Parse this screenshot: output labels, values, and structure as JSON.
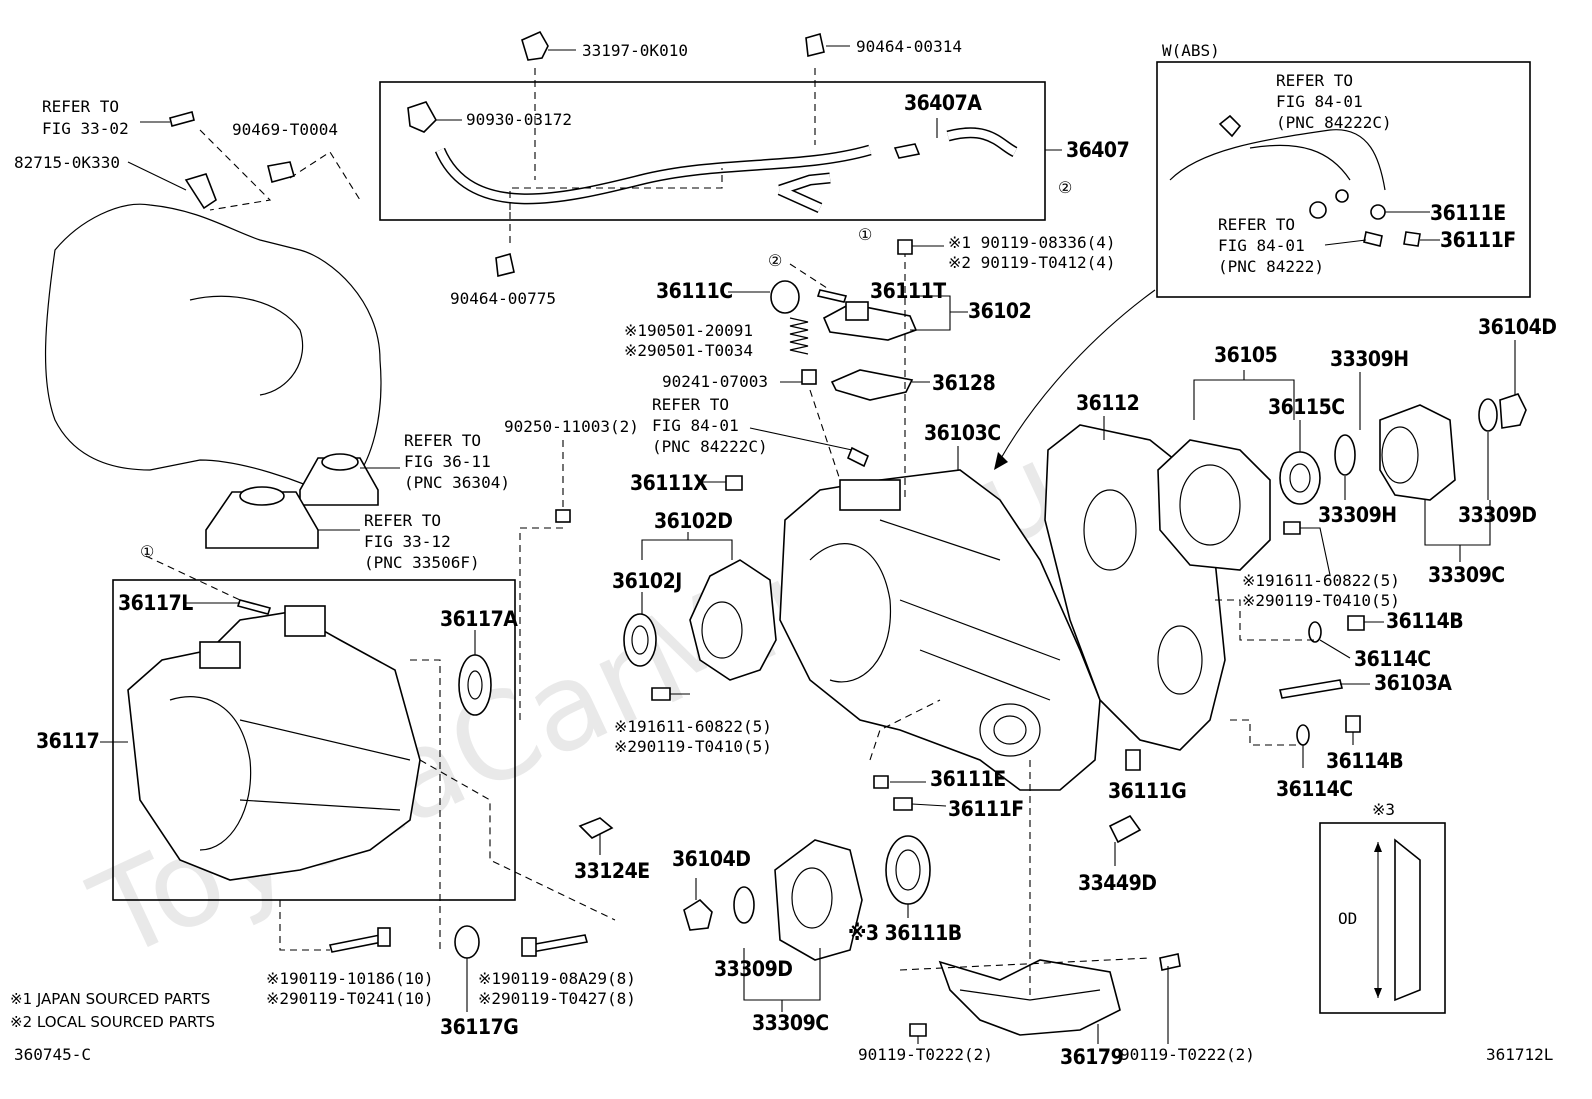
{
  "watermark": "ToyotaCarMine.ru",
  "inset_abs": {
    "title": "W(ABS)",
    "ref1": [
      "REFER TO",
      "FIG 84-01",
      "(PNC 84222C)"
    ],
    "ref2": [
      "REFER TO",
      "FIG 84-01",
      "(PNC 84222)"
    ],
    "parts": [
      "36111E",
      "36111F"
    ]
  },
  "inset_od": {
    "mark": "※3",
    "label": "OD"
  },
  "refs": {
    "fig33_02": [
      "REFER TO",
      "FIG 33-02"
    ],
    "fig36_11": [
      "REFER TO",
      "FIG 36-11",
      "(PNC 36304)"
    ],
    "fig33_12": [
      "REFER TO",
      "FIG 33-12",
      "(PNC 33506F)"
    ],
    "fig84_01": [
      "REFER TO",
      "FIG 84-01",
      "(PNC 84222C)"
    ]
  },
  "part_numbers": {
    "p33197": "33197-0K010",
    "p90464a": "90464-00314",
    "p90930": "90930-03172",
    "p36407A": "36407A",
    "p36407": "36407",
    "p90469": "90469-T0004",
    "p82715": "82715-0K330",
    "p90464b": "90464-00775",
    "p90119_08336": "※1 90119-08336(4)",
    "p90119_T0412": "※2 90119-T0412(4)",
    "p36111C": "36111C",
    "p36111T": "36111T",
    "p36102": "36102",
    "p90501a": "※190501-20091",
    "p90501b": "※290501-T0034",
    "p90241": "90241-07003",
    "p36128": "36128",
    "p90250": "90250-11003(2)",
    "p36103C": "36103C",
    "p36112": "36112",
    "p36105": "36105",
    "p33309H_top": "33309H",
    "p36104D_top": "36104D",
    "p36115C": "36115C",
    "p33309H_bot": "33309H",
    "p33309D_r": "33309D",
    "p33309C_r": "33309C",
    "p36111X": "36111X",
    "p36102D": "36102D",
    "p36102J": "36102J",
    "p91611a": "※191611-60822(5)",
    "p90119_T0410a": "※290119-T0410(5)",
    "p36114B_a": "36114B",
    "p36114C_a": "36114C",
    "p36103A": "36103A",
    "p36114B_b": "36114B",
    "p36114C_b": "36114C",
    "p36117L": "36117L",
    "p36117A": "36117A",
    "p36117": "36117",
    "p91611b": "※191611-60822(5)",
    "p90119_T0410b": "※290119-T0410(5)",
    "p36111E": "36111E",
    "p36111F": "36111F",
    "p36111G": "36111G",
    "p33124E": "33124E",
    "p33449D": "33449D",
    "p36104D_b": "36104D",
    "p36111B": "※3 36111B",
    "p33309D_b": "33309D",
    "p33309C_b": "33309C",
    "p90119_10186": "※190119-10186(10)",
    "p90119_T0241": "※290119-T0241(10)",
    "p90119_08A29": "※190119-08A29(8)",
    "p90119_T0427": "※290119-T0427(8)",
    "p36117G": "36117G",
    "p90119_T0222a": "90119-T0222(2)",
    "p36179": "36179",
    "p90119_T0222b": "90119-T0222(2)"
  },
  "callouts": {
    "c1": "①",
    "c2": "②"
  },
  "footnotes": {
    "n1": "※1 JAPAN SOURCED PARTS",
    "n2": "※2 LOCAL SOURCED PARTS"
  },
  "codes": {
    "left": "360745-C",
    "right": "361712L"
  }
}
